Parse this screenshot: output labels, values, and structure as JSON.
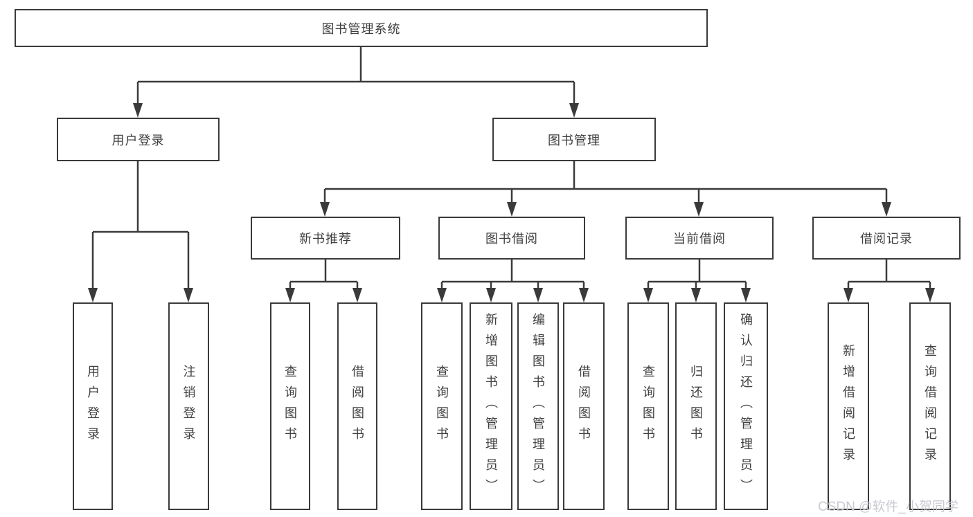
{
  "colors": {
    "line": "#3a3a3a",
    "box_border": "#3a3a3a",
    "text": "#3f3f3f",
    "watermark": "#c9c9d1",
    "background": "#ffffff"
  },
  "watermark": {
    "text": "CSDN @软件_小贺同学"
  },
  "tree": {
    "root": {
      "label": "图书管理系统"
    },
    "branches": [
      {
        "label": "用户登录",
        "children": [
          {
            "label": "用户登录"
          },
          {
            "label": "注销登录"
          }
        ]
      },
      {
        "label": "图书管理",
        "children": [
          {
            "label": "新书推荐",
            "children": [
              {
                "label": "查询图书"
              },
              {
                "label": "借阅图书"
              }
            ]
          },
          {
            "label": "图书借阅",
            "children": [
              {
                "label": "查询图书"
              },
              {
                "label": "新增图书（管理员）"
              },
              {
                "label": "编辑图书（管理员）"
              },
              {
                "label": "借阅图书"
              }
            ]
          },
          {
            "label": "当前借阅",
            "children": [
              {
                "label": "查询图书"
              },
              {
                "label": "归还图书"
              },
              {
                "label": "确认归还（管理员）"
              }
            ]
          },
          {
            "label": "借阅记录",
            "children": [
              {
                "label": "新增借阅记录"
              },
              {
                "label": "查询借阅记录"
              }
            ]
          }
        ]
      }
    ]
  }
}
